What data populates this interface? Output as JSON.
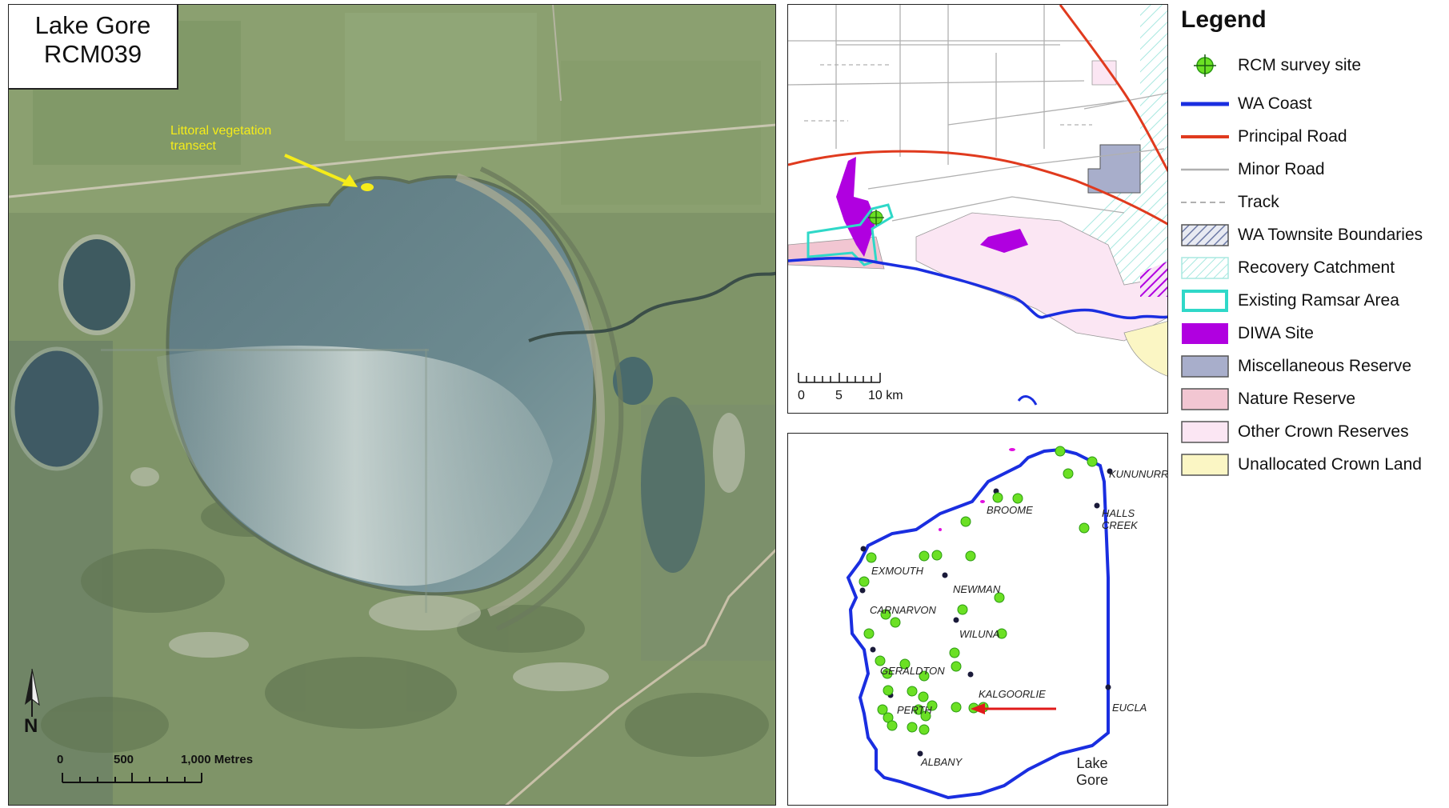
{
  "aerial": {
    "title_line1": "Lake Gore",
    "title_line2": "RCM039",
    "annotation_line1": "Littoral vegetation",
    "annotation_line2": "transect",
    "north": "N",
    "scale": {
      "labels": [
        "0",
        "500",
        "1,000 Metres"
      ]
    }
  },
  "locator": {
    "scale": {
      "labels": [
        "0",
        "5",
        "10 km"
      ]
    }
  },
  "wa_map": {
    "towns": [
      "KUNUNURRA",
      "BROOME",
      "HALLS CREEK",
      "EXMOUTH",
      "NEWMAN",
      "CARNARVON",
      "WILUNA",
      "GERALDTON",
      "KALGOORLIE",
      "PERTH",
      "EUCLA",
      "ALBANY"
    ],
    "pointer_line1": "Lake",
    "pointer_line2": "Gore"
  },
  "legend": {
    "title": "Legend",
    "items": [
      {
        "label": "RCM survey site",
        "symbol": "green-site-icon"
      },
      {
        "label": "WA Coast",
        "symbol": "blue-line",
        "color": "#1a2ee0"
      },
      {
        "label": "Principal Road",
        "symbol": "red-line",
        "color": "#e03a1e"
      },
      {
        "label": "Minor Road",
        "symbol": "grey-line",
        "color": "#b0b0b0"
      },
      {
        "label": "Track",
        "symbol": "dashed-grey-line",
        "color": "#b0b0b0"
      },
      {
        "label": "WA Townsite Boundaries",
        "symbol": "hatched-box",
        "color": "#6d7aa6"
      },
      {
        "label": "Recovery Catchment",
        "symbol": "hatched-box",
        "color": "#a8e8e0"
      },
      {
        "label": "Existing Ramsar Area",
        "symbol": "outline-box",
        "color": "#2fd8c8"
      },
      {
        "label": "DIWA Site",
        "symbol": "filled-box",
        "color": "#b000e0"
      },
      {
        "label": "Miscellaneous Reserve",
        "symbol": "filled-box",
        "color": "#a8aecb"
      },
      {
        "label": "Nature Reserve",
        "symbol": "filled-box",
        "color": "#f2c6d2"
      },
      {
        "label": "Other Crown Reserves",
        "symbol": "filled-box",
        "color": "#fbe6f3"
      },
      {
        "label": "Unallocated Crown Land",
        "symbol": "filled-box",
        "color": "#fbf6c4"
      }
    ]
  }
}
